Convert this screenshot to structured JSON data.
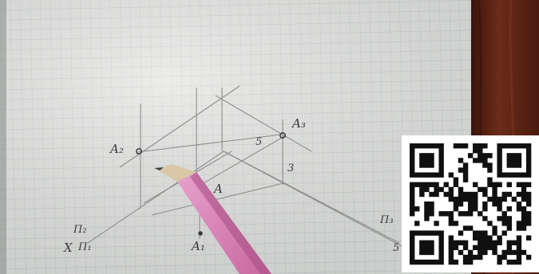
{
  "photo": {
    "subject": "orthographic projection sketch on graph paper",
    "colors": {
      "paper": "#e6e7e4",
      "grid": "#b7bbbd",
      "pencil_line": "#8a8c8a",
      "pencil_body": "#d986b8",
      "wood": "#5a2416",
      "qr_dark": "#101010",
      "qr_light": "#ffffff"
    }
  },
  "drawing": {
    "labels": {
      "a2": "A₂",
      "a3": "A₃",
      "a": "A",
      "a1": "A₁",
      "pi2": "Π₂",
      "x": "X",
      "pi1": "Π₁",
      "pi3": "Π₃",
      "five": "5",
      "three": "3",
      "edge_digit": "5"
    }
  },
  "qr_code": {
    "name": "qr-code"
  }
}
